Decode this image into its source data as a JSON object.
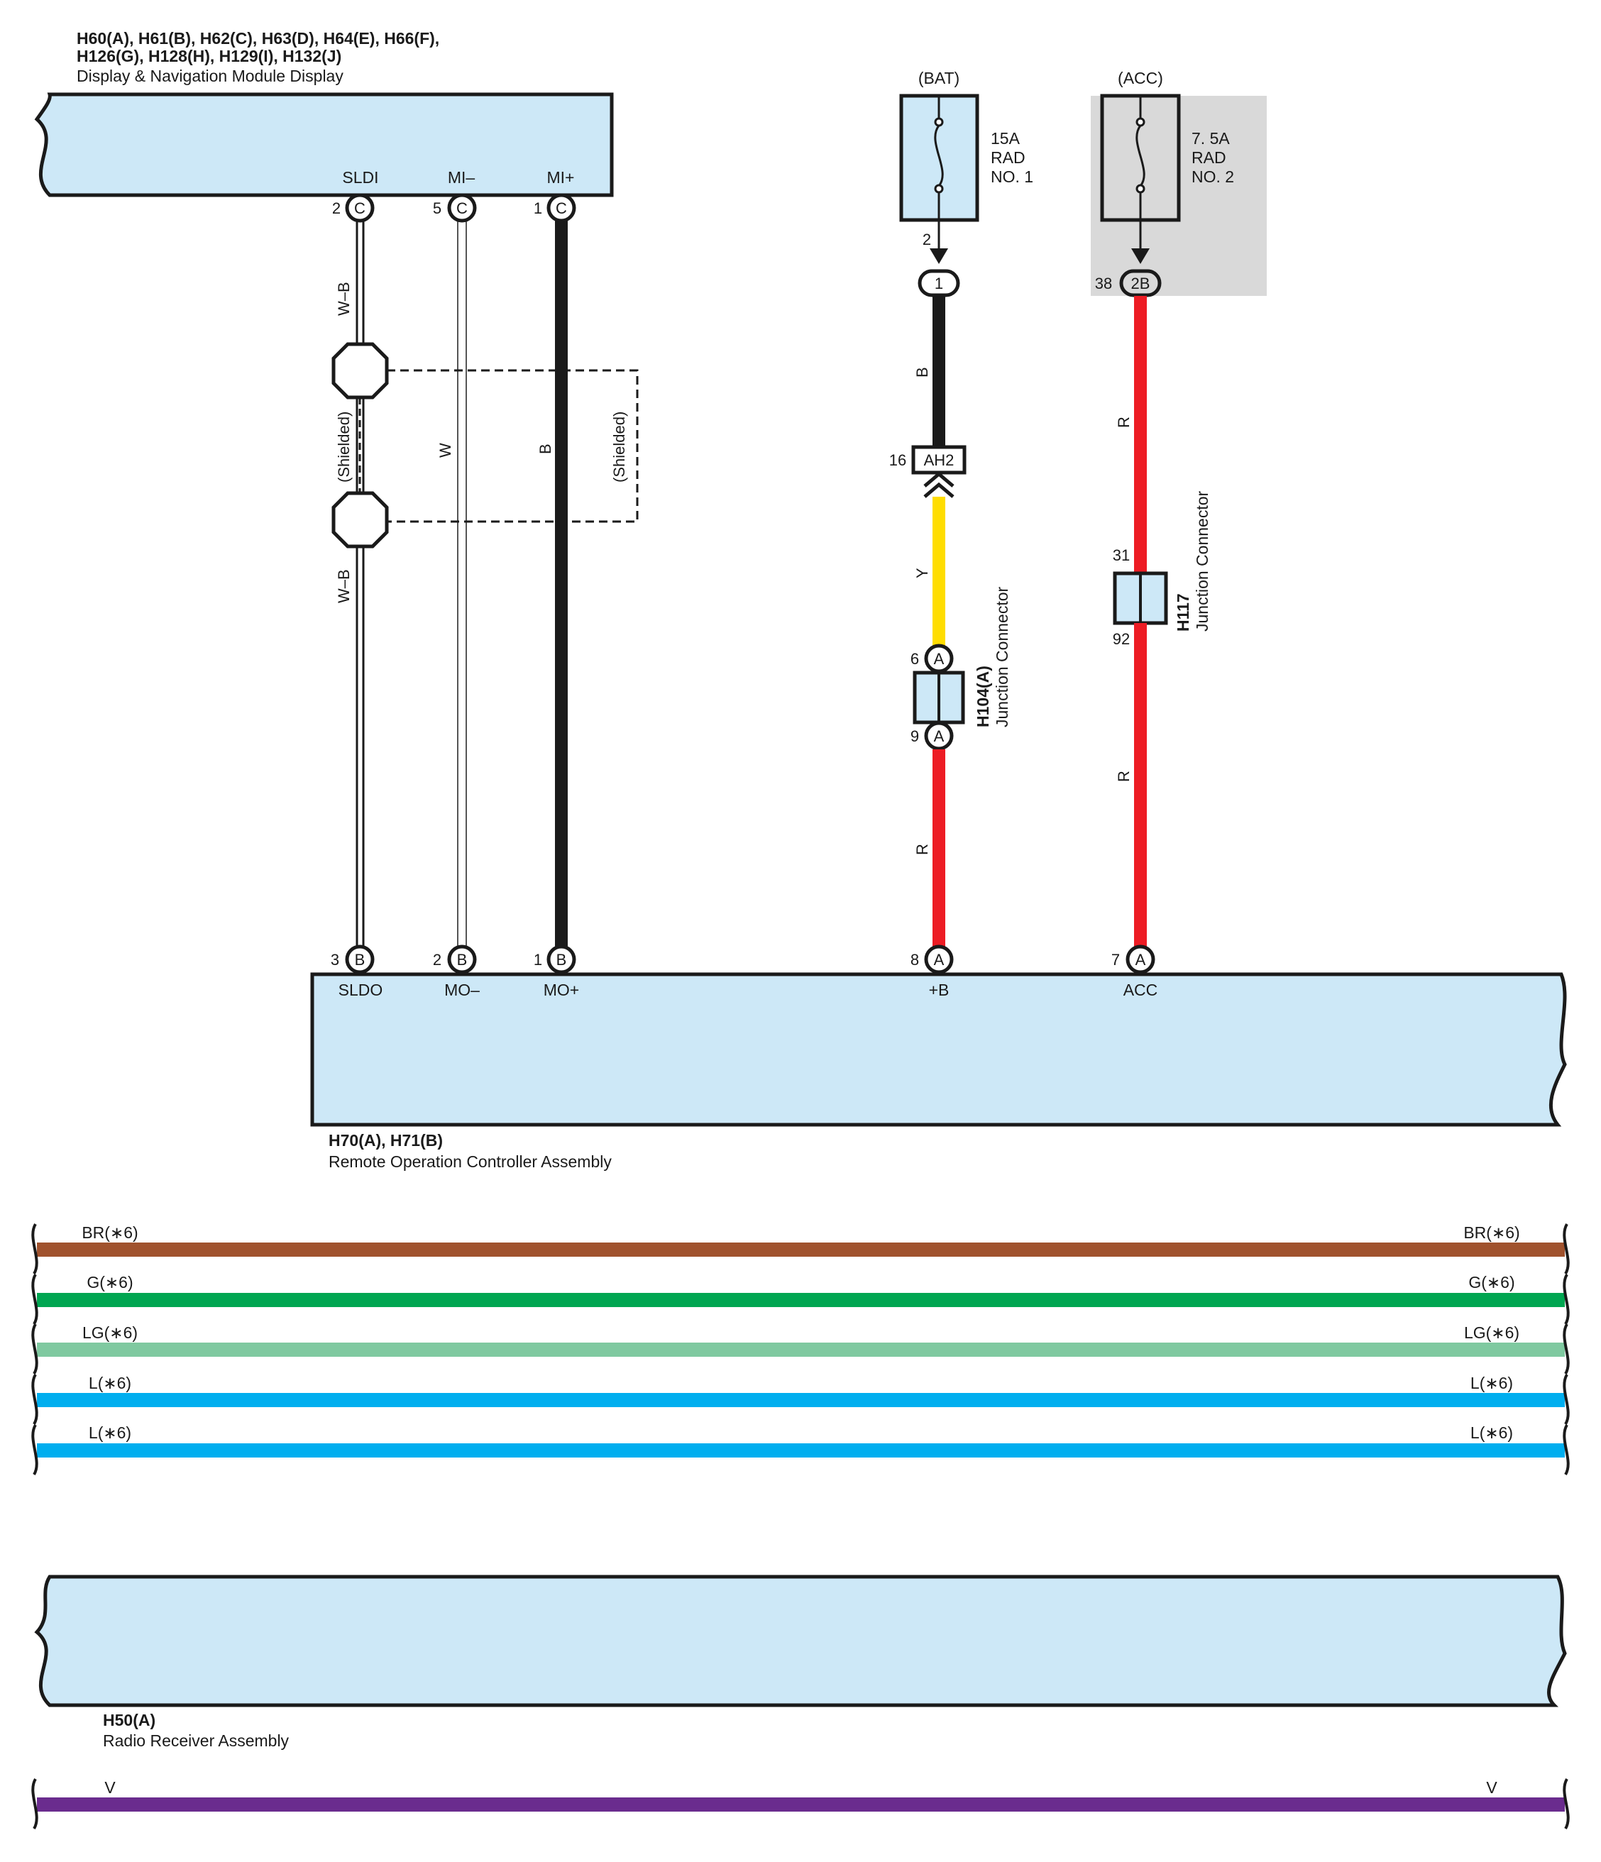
{
  "modules": {
    "display_nav": {
      "connectors": "H60(A), H61(B), H62(C), H63(D), H64(E), H66(F),",
      "connectors2": "H126(G), H128(H), H129(I), H132(J)",
      "name": "Display & Navigation Module Display",
      "terminals": [
        "SLDI",
        "MI–",
        "MI+"
      ]
    },
    "remote_controller": {
      "connectors": "H70(A), H71(B)",
      "name": "Remote Operation Controller Assembly",
      "terminals": [
        "SLDO",
        "MO–",
        "MO+",
        "+B",
        "ACC"
      ]
    },
    "radio_receiver": {
      "connectors": "H50(A)",
      "name": "Radio Receiver Assembly"
    }
  },
  "pins": {
    "top": [
      {
        "num": "2",
        "letter": "C"
      },
      {
        "num": "5",
        "letter": "C"
      },
      {
        "num": "1",
        "letter": "C"
      }
    ],
    "bottom": [
      {
        "num": "3",
        "letter": "B"
      },
      {
        "num": "2",
        "letter": "B"
      },
      {
        "num": "1",
        "letter": "B"
      },
      {
        "num": "8",
        "letter": "A"
      },
      {
        "num": "7",
        "letter": "A"
      }
    ]
  },
  "fuses": {
    "bat": {
      "source": "(BAT)",
      "line1": "15A",
      "line2": "RAD",
      "line3": "NO. 1",
      "out_pin": "2",
      "connector": "1"
    },
    "acc": {
      "source": "(ACC)",
      "line1": "7. 5A",
      "line2": "RAD",
      "line3": "NO. 2",
      "out_pin": "38",
      "connector": "2B"
    }
  },
  "junctions": {
    "ah2": {
      "pin": "16",
      "label": "AH2"
    },
    "h104": {
      "pin_in": "6",
      "pin_out": "9",
      "letter": "A",
      "id": "H104(A)",
      "name": "Junction Connector"
    },
    "h117": {
      "pin_in": "31",
      "pin_out": "92",
      "id": "H117",
      "name": "Junction Connector"
    }
  },
  "wire_labels": {
    "sld_top": "W–B",
    "sld_bottom": "W–B",
    "shielded": "(Shielded)",
    "mi_minus": "W",
    "mi_plus": "B",
    "bat_b": "B",
    "bat_y": "Y",
    "bat_r": "R",
    "acc_r1": "R",
    "acc_r2": "R"
  },
  "bus_wires": [
    {
      "label": "BR(∗6)",
      "color": "#a0522d"
    },
    {
      "label": "G(∗6)",
      "color": "#00a651"
    },
    {
      "label": "LG(∗6)",
      "color": "#7fc9a0"
    },
    {
      "label": "L(∗6)",
      "color": "#00aeef"
    },
    {
      "label": "L(∗6)",
      "color": "#00aeef"
    }
  ],
  "bottom_wire": {
    "label": "V",
    "color": "#6a2c8e"
  },
  "colors": {
    "module_fill": "#cde8f7",
    "red": "#ed1c24",
    "yellow": "#ffdd00",
    "black": "#1a1a1a",
    "gray_box": "#d9d9d9"
  }
}
